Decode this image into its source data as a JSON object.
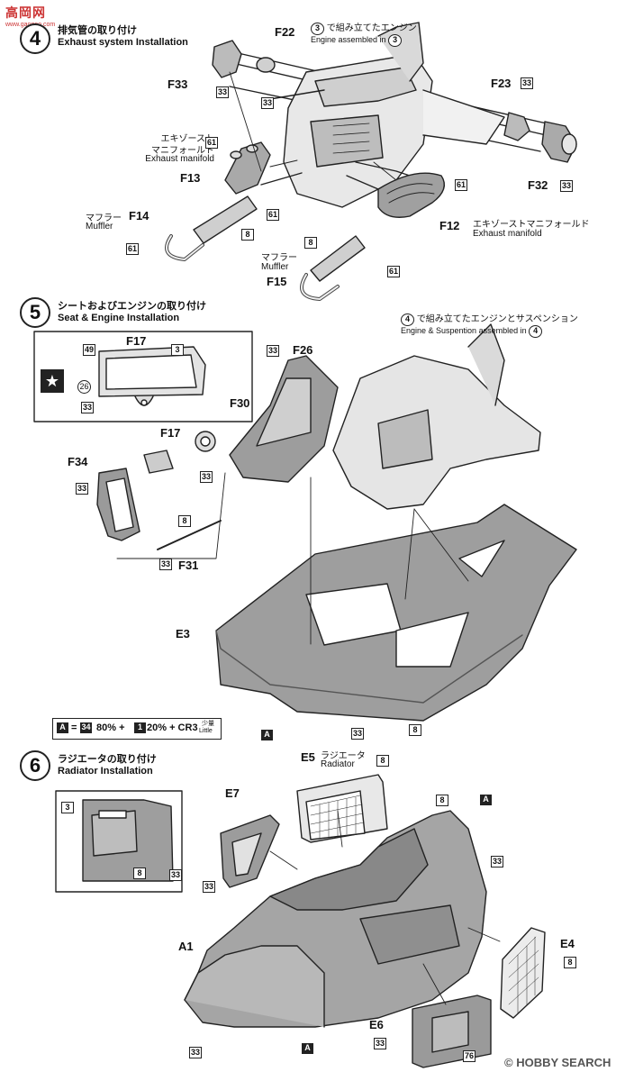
{
  "watermark": {
    "logo_text": "高岡网",
    "logo_sub": "www.gaogoo.com"
  },
  "step4": {
    "number": "4",
    "title_jp": "排気管の取り付け",
    "title_en": "Exhaust system Installation",
    "engine_note_jp": "で組み立てたエンジン",
    "engine_note_en": "Engine assembled in",
    "engine_ref": "3",
    "parts": {
      "f22": "F22",
      "f33": "F33",
      "f23": "F23",
      "f32": "F32",
      "f13": "F13",
      "f14": "F14",
      "f15": "F15",
      "f12": "F12"
    },
    "exhaust_jp": "エキゾースト\nマニフォールド",
    "exhaust_jp_1": "エキゾースト",
    "exhaust_jp_2": "マニフォールド",
    "exhaust_en": "Exhaust manifold",
    "muffler_jp": "マフラー",
    "muffler_en": "Muffler",
    "f12_jp": "エキゾーストマニフォールド",
    "f12_en": "Exhaust manifold",
    "muffler2_jp": "マフラー",
    "muffler2_en": "Muffler",
    "colors": {
      "c33": "33",
      "c61": "61",
      "c8": "8"
    }
  },
  "step5": {
    "number": "5",
    "title_jp": "シートおよびエンジンの取り付け",
    "title_en": "Seat & Engine Installation",
    "engine_note_jp": "で組み立てたエンジンとサスペンション",
    "engine_note_en": "Engine & Suspention assembled in",
    "engine_ref": "4",
    "parts": {
      "f17a": "F17",
      "f17b": "F17",
      "f26": "F26",
      "f30": "F30",
      "f34": "F34",
      "f31": "F31",
      "e3": "E3"
    },
    "colors": {
      "c49": "49",
      "c3": "3",
      "c26": "26",
      "c33": "33",
      "c8": "8",
      "cA": "A"
    },
    "mix": {
      "a": "A",
      "formula_1": "=",
      "c34": "34",
      "formula_2": "80% +",
      "c1": "1",
      "formula_3": "20% + CR3",
      "little_jp": "少量",
      "little_en": "Little"
    }
  },
  "step6": {
    "number": "6",
    "title_jp": "ラジエータの取り付け",
    "title_en": "Radiator Installation",
    "parts": {
      "e5": "E5",
      "e7": "E7",
      "a1": "A1",
      "e4": "E4",
      "e6": "E6"
    },
    "radiator_jp": "ラジエータ",
    "radiator_en": "Radiator",
    "colors": {
      "c3": "3",
      "c8": "8",
      "c33": "33",
      "cA": "A",
      "c76": "76"
    }
  },
  "footer": {
    "credit": "© HOBBY SEARCH",
    "credit_html": "HOBBY SEARCH"
  }
}
